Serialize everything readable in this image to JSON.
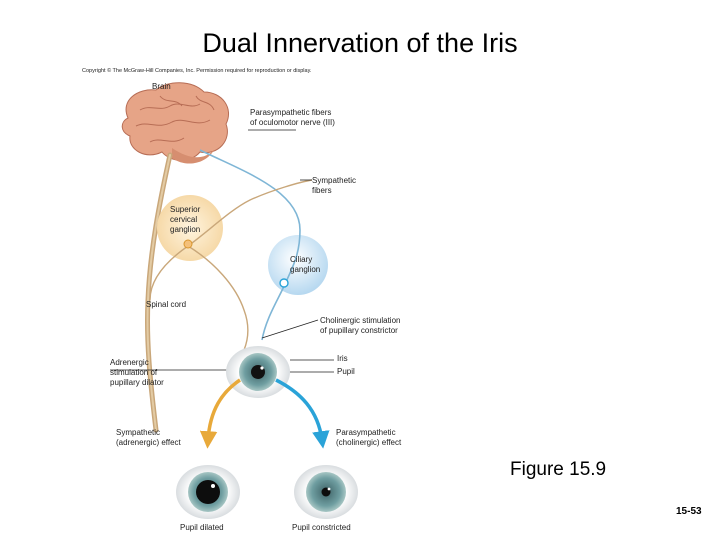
{
  "title": "Dual Innervation of the Iris",
  "copyright": "Copyright © The McGraw-Hill Companies, Inc. Permission required for reproduction or display.",
  "labels": {
    "brain": "Brain",
    "parasympathetic_fibers": [
      "Parasympathetic fibers",
      "of oculomotor nerve (III)"
    ],
    "sympathetic_fibers": [
      "Sympathetic",
      "fibers"
    ],
    "superior_cervical_ganglion": [
      "Superior",
      "cervical",
      "ganglion"
    ],
    "ciliary_ganglion": [
      "Ciliary",
      "ganglion"
    ],
    "spinal_cord": "Spinal cord",
    "cholinergic_stimulation": [
      "Cholinergic stimulation",
      "of pupillary constrictor"
    ],
    "iris": "Iris",
    "pupil": "Pupil",
    "adrenergic_stimulation": [
      "Adrenergic",
      "stimulation of",
      "pupillary dilator"
    ],
    "sympathetic_effect": [
      "Sympathetic",
      "(adrenergic) effect"
    ],
    "parasympathetic_effect": [
      "Parasympathetic",
      "(cholinergic) effect"
    ],
    "pupil_dilated": "Pupil dilated",
    "pupil_constricted": "Pupil constricted"
  },
  "figure_label": "Figure 15.9",
  "slide_number": "15-53",
  "colors": {
    "nerve_tan": "#c9a77a",
    "sympathetic_arrow": "#e8a93a",
    "parasympathetic_arrow": "#2aa3d8",
    "fiber_blue": "#7fb6d6",
    "brain_pink": "#e6a487",
    "iris_teal": "#5f8f93"
  }
}
